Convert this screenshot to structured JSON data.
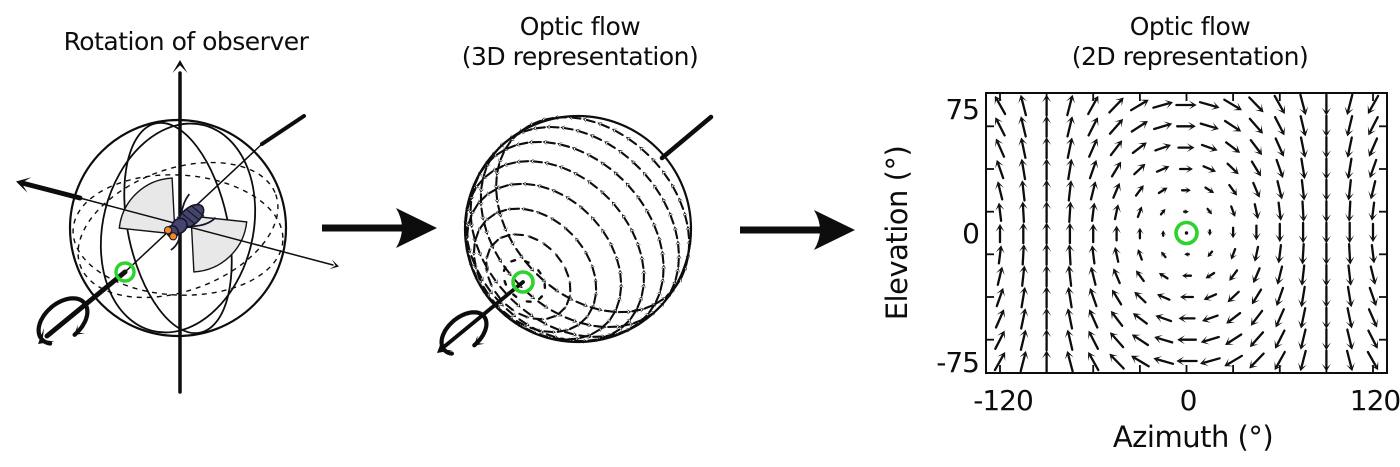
{
  "panels": {
    "observer": {
      "title": "Rotation of observer"
    },
    "flow3d": {
      "title_line1": "Optic flow",
      "title_line2": "(3D representation)"
    },
    "flow2d": {
      "title_line1": "Optic flow",
      "title_line2": "(2D representation)"
    }
  },
  "icons": {
    "marker": "green-circle-rotation-axis-pole",
    "rotation_loop": "curved-rotation-arrow",
    "transition": "right-arrow"
  },
  "colors": {
    "ink": "#0d0d0d",
    "marker_green": "#2bd32b",
    "fly_body": "#45456b",
    "fly_outline": "#15152a",
    "fly_eye": "#f28822",
    "wing_gray": "#e8e8e8"
  },
  "chart_data": {
    "type": "quiver",
    "title": "Optic flow (2D representation)",
    "xlabel": "Azimuth (°)",
    "ylabel": "Elevation (°)",
    "xlim": [
      -129,
      129
    ],
    "ylim": [
      -82,
      82
    ],
    "xtick_values": [
      -120,
      -90,
      -60,
      -30,
      0,
      30,
      60,
      90,
      120
    ],
    "ytick_values": [
      -62.5,
      -37.5,
      -12.5,
      12.5,
      37.5,
      62.5
    ],
    "xtick_labels": [
      "-120",
      "0",
      "120"
    ],
    "xtick_label_values": [
      -120,
      0,
      120
    ],
    "ytick_labels": [
      "75",
      "0",
      "-75"
    ],
    "ytick_label_values": [
      75,
      0,
      -75
    ],
    "grid": {
      "az_min": -120,
      "az_max": 120,
      "az_step": 15,
      "el_min": -75,
      "el_max": 75,
      "el_step": 12.5
    },
    "flow_model": {
      "description": "optic flow produced by observer rotation about an axis through azimuth 0°, elevation 0°; flow circulates clockwise on screen around that point, magnitude grows with angular distance",
      "u_expr": "sin(el)*cos(az)",
      "v_expr": "-sin(az)",
      "units": "degrees"
    },
    "rotation_center": {
      "azimuth": 0,
      "elevation": 0
    },
    "marker": {
      "shape": "circle",
      "azimuth": 0,
      "elevation": 0,
      "color": "#2bd32b"
    },
    "legend": "none",
    "gridlines": "off"
  }
}
